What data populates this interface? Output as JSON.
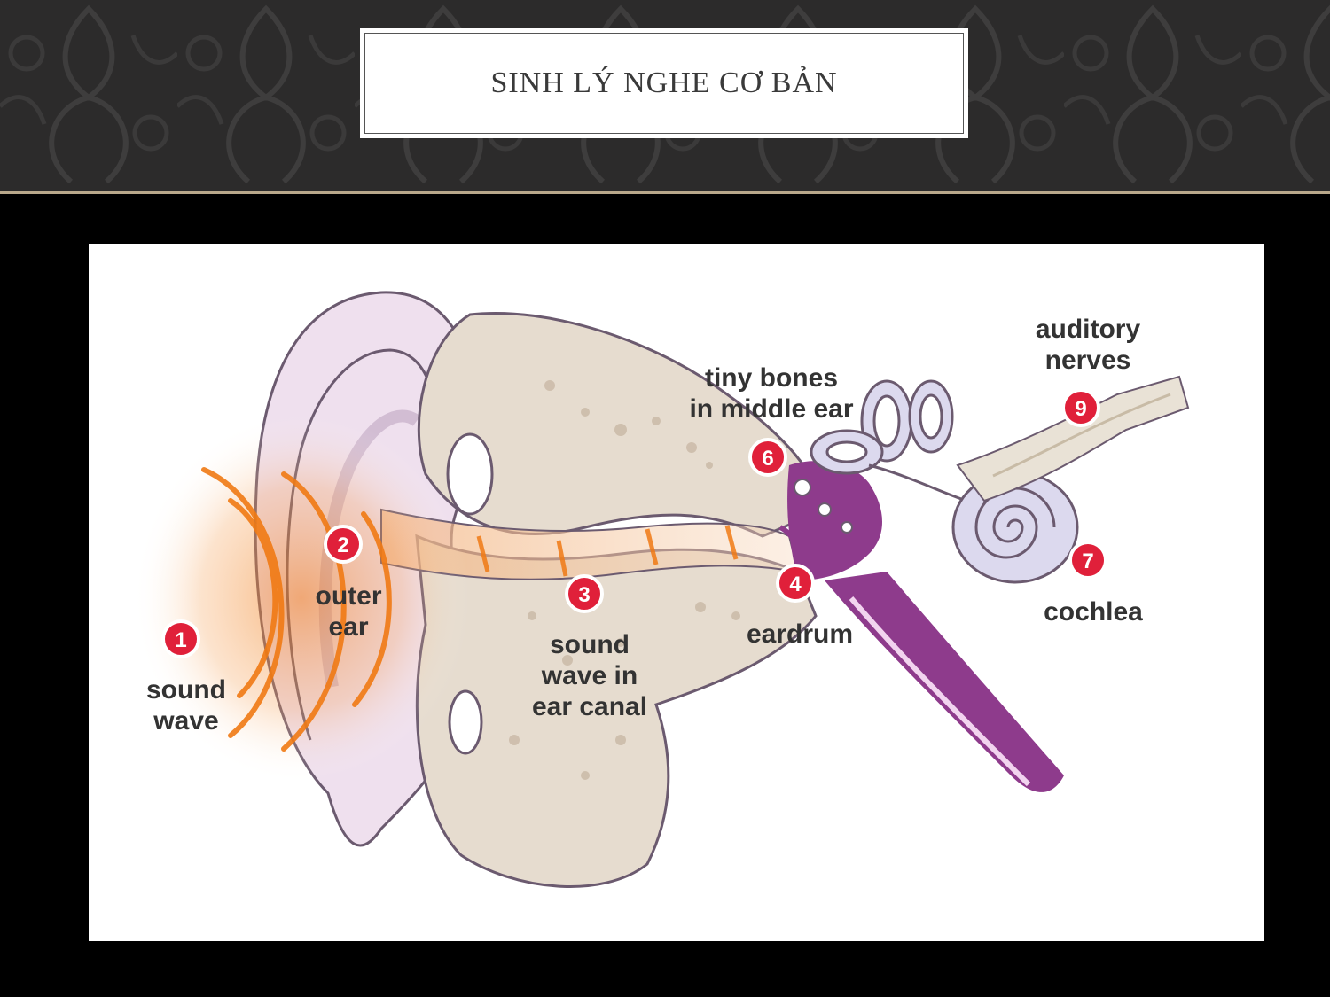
{
  "slide": {
    "title": "SINH LÝ NGHE CƠ BẢN"
  },
  "diagram": {
    "steps": [
      {
        "number": "1",
        "line1": "sound",
        "line2": "wave"
      },
      {
        "number": "2",
        "line1": "outer",
        "line2": "ear"
      },
      {
        "number": "3",
        "line1": "sound",
        "line2": "wave in",
        "line3": "ear canal"
      },
      {
        "number": "4",
        "line1": "eardrum"
      },
      {
        "number": "6",
        "line1": "tiny bones",
        "line2": "in middle ear"
      },
      {
        "number": "7",
        "line1": "cochlea"
      },
      {
        "number": "9",
        "line1": "auditory",
        "line2": "nerves"
      }
    ]
  },
  "colors": {
    "header_background": "#2c2b2b",
    "accent_rule": "#b9a88b",
    "marker_red": "#e0203a",
    "sound_wave_orange": "#f07a14",
    "tissue_pink": "#efe0ee",
    "bone_tan": "#e6dccf",
    "inner_ear_purple": "#8e3b8c"
  }
}
